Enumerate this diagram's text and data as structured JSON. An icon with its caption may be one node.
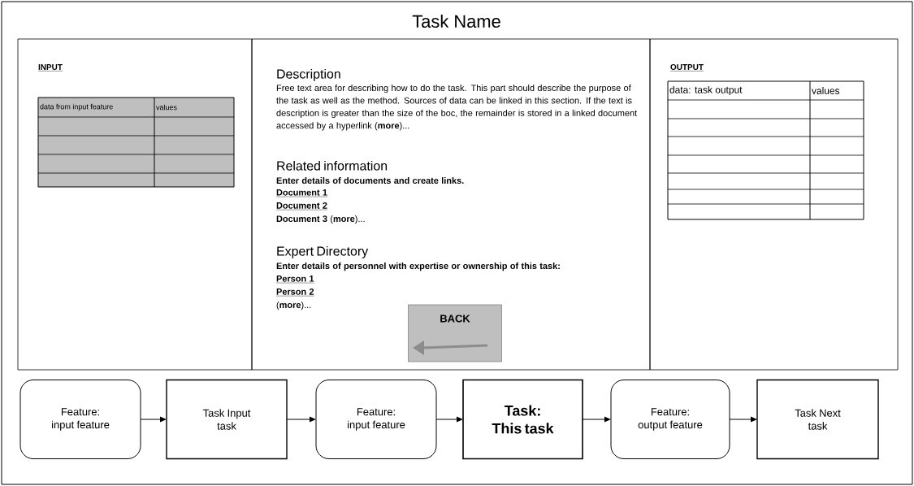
{
  "diagram": {
    "title": "Task Name",
    "nodes": [
      {
        "text": [
          "INPUT"
        ]
      },
      {
        "text": [
          "Description",
          "Free text area for describing how to do the task. This part should describe the purpose of the task as well as the method. Sources of data can be linked in this section. If the text is description is greater than the size of the boc, the remainder is stored in a  linked document accessed by a hyperlink (**more**)...",
          "Related information",
          "Enter details of documents and create links.",
          "Document 1",
          "Document 2",
          "**Document 3** (**more**)...",
          "Expert Directory",
          "Enter details of personnel with expertise or ownership of this task:",
          "Person 1",
          "Person 2",
          "(**more**)..."
        ]
      },
      {
        "text": [
          "BACK"
        ],
        "in": 1
      },
      {
        "text": [
          "OUTPUT"
        ]
      },
      {
        "text": [
          "Feature: input feature"
        ]
      },
      {
        "text": [
          "Task Input task"
        ]
      },
      {
        "text": [
          "Feature: input feature"
        ]
      },
      {
        "text": [
          "Task: This task"
        ]
      },
      {
        "text": [
          "Feature: output feature"
        ]
      },
      {
        "text": [
          "Task Next task"
        ]
      }
    ],
    "edges": [
      {
        "from": 4,
        "to": 5,
        "arrow": "to"
      },
      {
        "from": 5,
        "to": 6,
        "arrow": "to"
      },
      {
        "from": 6,
        "to": 7,
        "arrow": "to"
      },
      {
        "from": 7,
        "to": 8,
        "arrow": "to"
      },
      {
        "from": 8,
        "to": 9,
        "arrow": "to"
      }
    ],
    "labels": [
      "data from input feature",
      "values",
      "data: task output",
      "values"
    ]
  }
}
